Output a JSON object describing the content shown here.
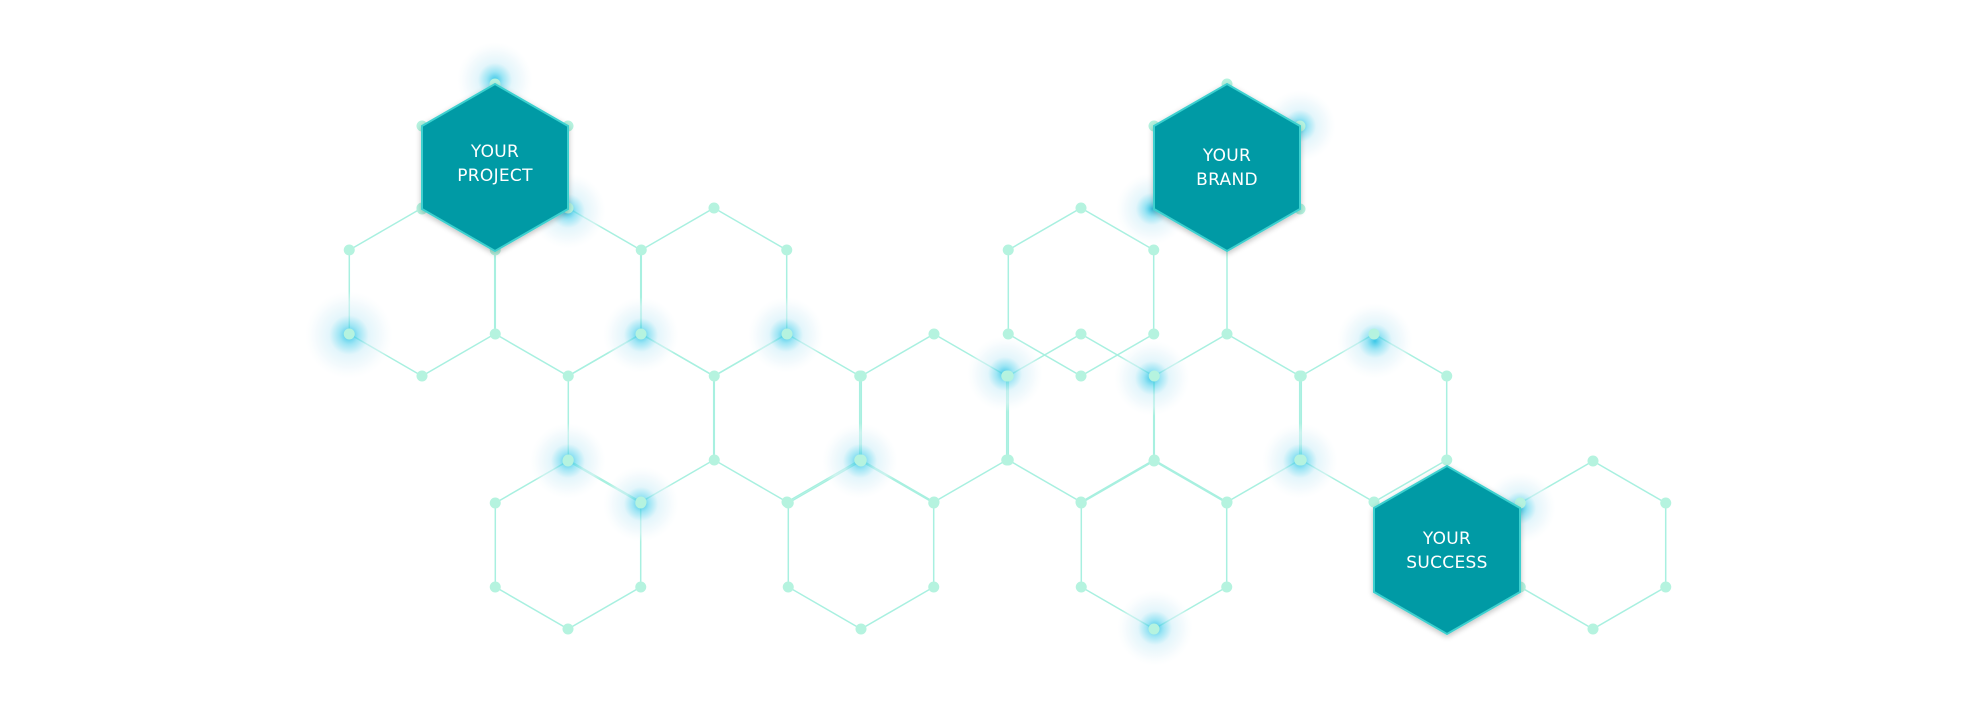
{
  "diagram": {
    "colors": {
      "background": "#ffffff",
      "grid_line": "#a8f0e0",
      "node": "#b5f3df",
      "glow_core": "#2fc4e6",
      "glow_halo": "#e8f6fb",
      "badge_fill": "#049aa5",
      "badge_stroke": "#3cd0cf",
      "badge_text": "#ffffff"
    },
    "badges": [
      {
        "id": "project",
        "lines": [
          "YOUR",
          "PROJECT"
        ]
      },
      {
        "id": "brand",
        "lines": [
          "YOUR",
          "BRAND"
        ]
      },
      {
        "id": "success",
        "lines": [
          "YOUR",
          "SUCCESS"
        ]
      }
    ]
  }
}
